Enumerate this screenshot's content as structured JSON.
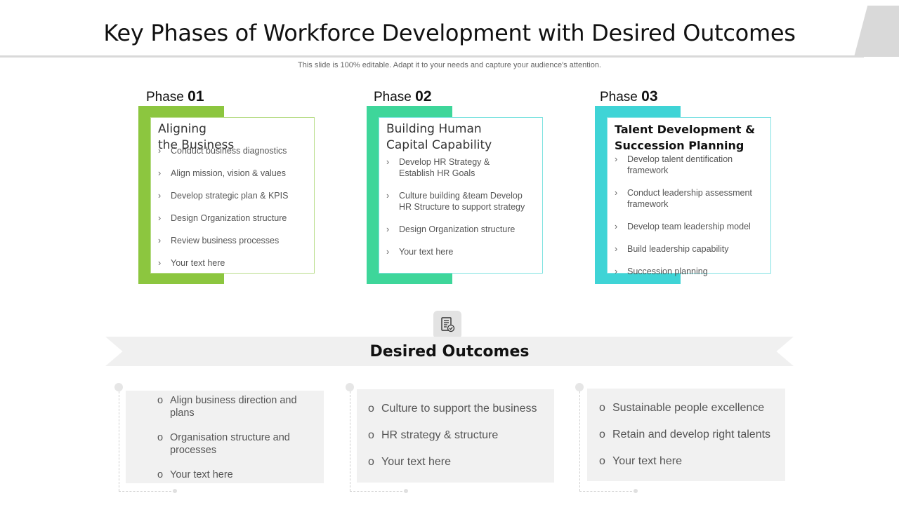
{
  "header": {
    "title": "Key Phases of Workforce Development with Desired Outcomes",
    "subtitle": "This slide is 100% editable. Adapt it to your needs and capture your audience's attention."
  },
  "phases": [
    {
      "label": "Phase ",
      "number": "01",
      "title_line1": "Aligning",
      "title_line2": "the Business",
      "accent_color": "#8cc63f",
      "border_color": "#b9dd8a",
      "items": [
        "Conduct business diagnostics",
        "Align mission, vision & values",
        "Develop strategic plan & KPIS",
        "Design Organization structure",
        "Review business processes",
        "Your text here"
      ]
    },
    {
      "label": "Phase ",
      "number": "02",
      "title_line1": "Building Human",
      "title_line2": "Capital Capability",
      "accent_color": "#3ed69a",
      "border_color": "#7fe3e0",
      "items": [
        "Develop HR Strategy & Establish HR Goals",
        "Culture building &team Develop HR Structure to support strategy",
        "Design Organization structure",
        "Your text here"
      ]
    },
    {
      "label": "Phase ",
      "number": "03",
      "title_line1": "Talent Development &",
      "title_line2": "Succession Planning",
      "accent_color": "#3fd4d6",
      "border_color": "#7fe1e3",
      "items": [
        "Develop talent dentification framework",
        "Conduct leadership assessment framework",
        "Develop team leadership model",
        "Build leadership capability",
        "Succession planning"
      ]
    }
  ],
  "outcomes": {
    "icon": "document-check-icon",
    "title": "Desired Outcomes",
    "columns": [
      {
        "items": [
          "Align business direction and plans",
          "Organisation structure and processes",
          "Your text here"
        ]
      },
      {
        "items": [
          "Culture to support the  business",
          "HR strategy  & structure",
          "Your text here"
        ]
      },
      {
        "items": [
          "Sustainable people excellence",
          "Retain and develop right talents",
          "Your text here"
        ]
      }
    ]
  }
}
